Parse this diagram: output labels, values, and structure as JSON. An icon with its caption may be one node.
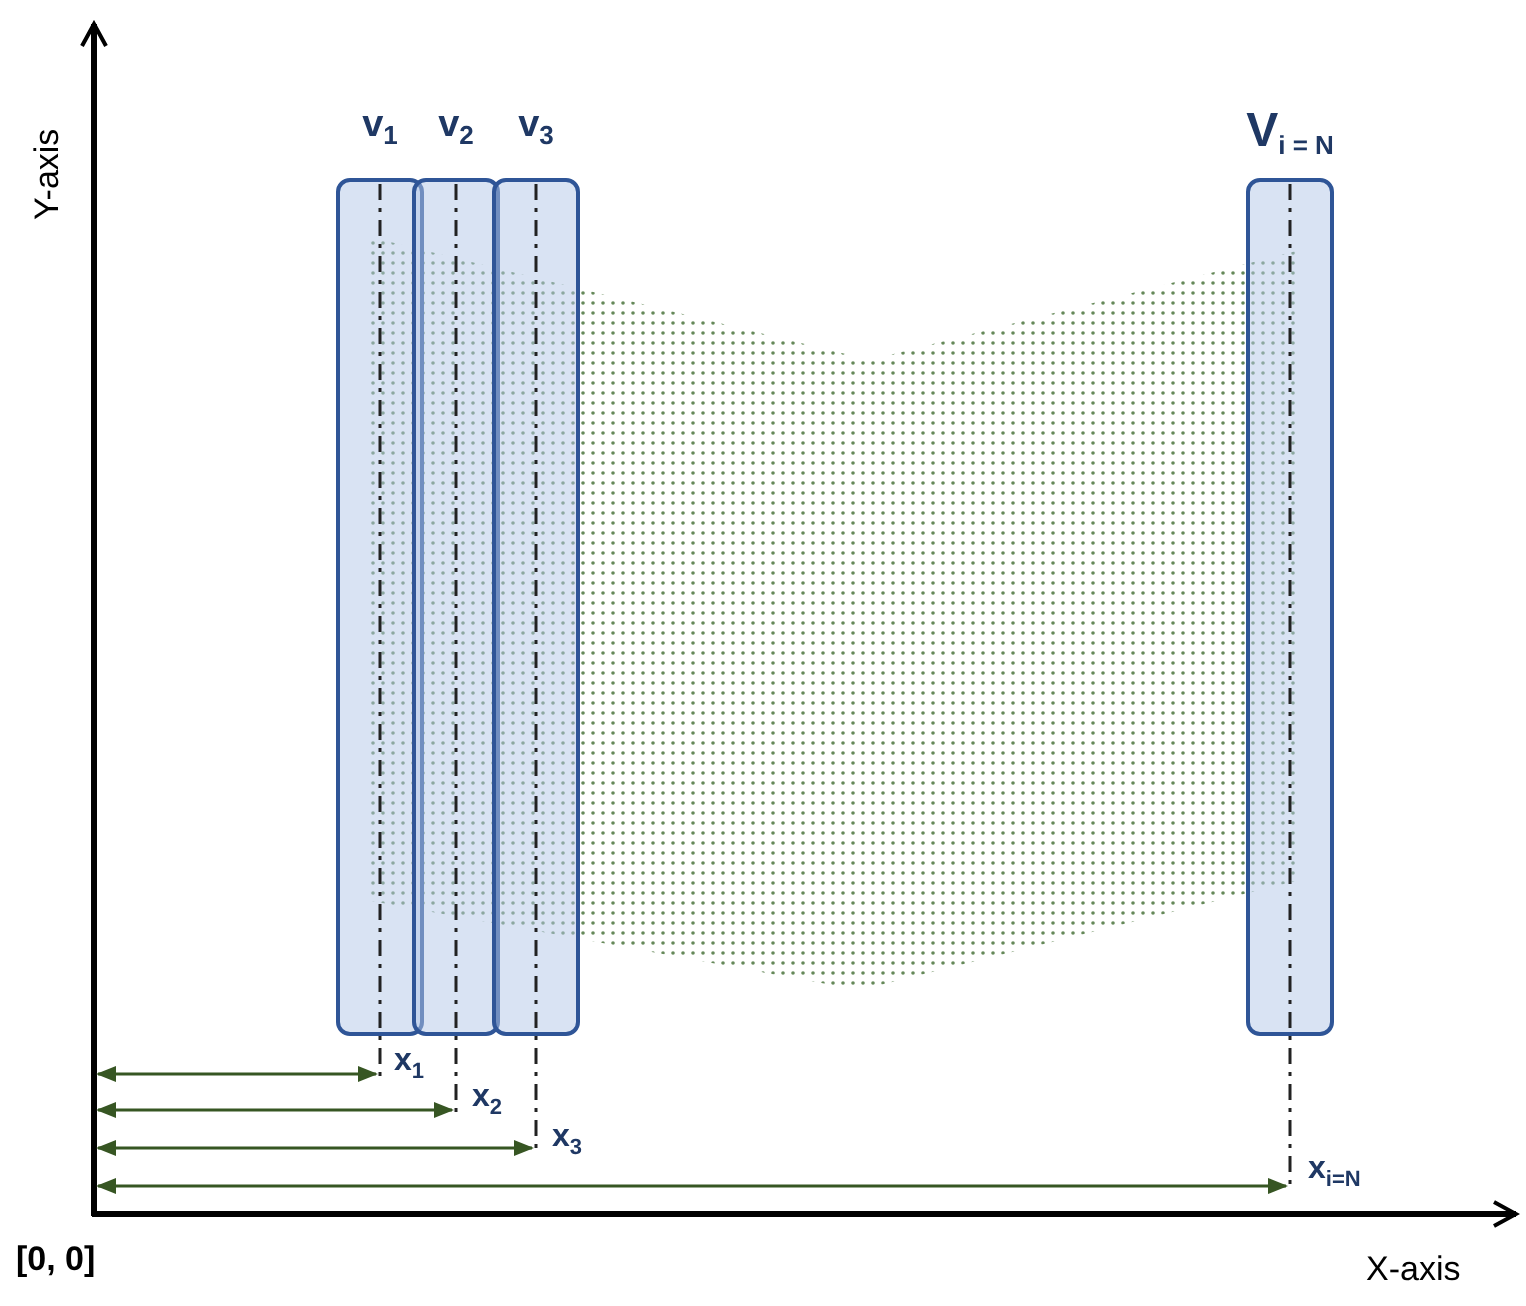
{
  "diagram": {
    "nodes": [
      {
        "text": [
          "v$_{1}$"
        ],
        "beside": [
          "x$_{1}$"
        ]
      },
      {
        "text": [
          "v$_{2}$"
        ],
        "beside": [
          "x$_{2}$"
        ]
      },
      {
        "text": [
          "v$_{3}$"
        ],
        "beside": [
          "x$_{3}$"
        ]
      },
      {
        "text": [
          "V$_{i = N}$"
        ],
        "beside": [
          "x$_{i=N}$"
        ]
      }
    ],
    "labels": [
      "Y-axis",
      "[0, 0]",
      "X-axis"
    ]
  }
}
